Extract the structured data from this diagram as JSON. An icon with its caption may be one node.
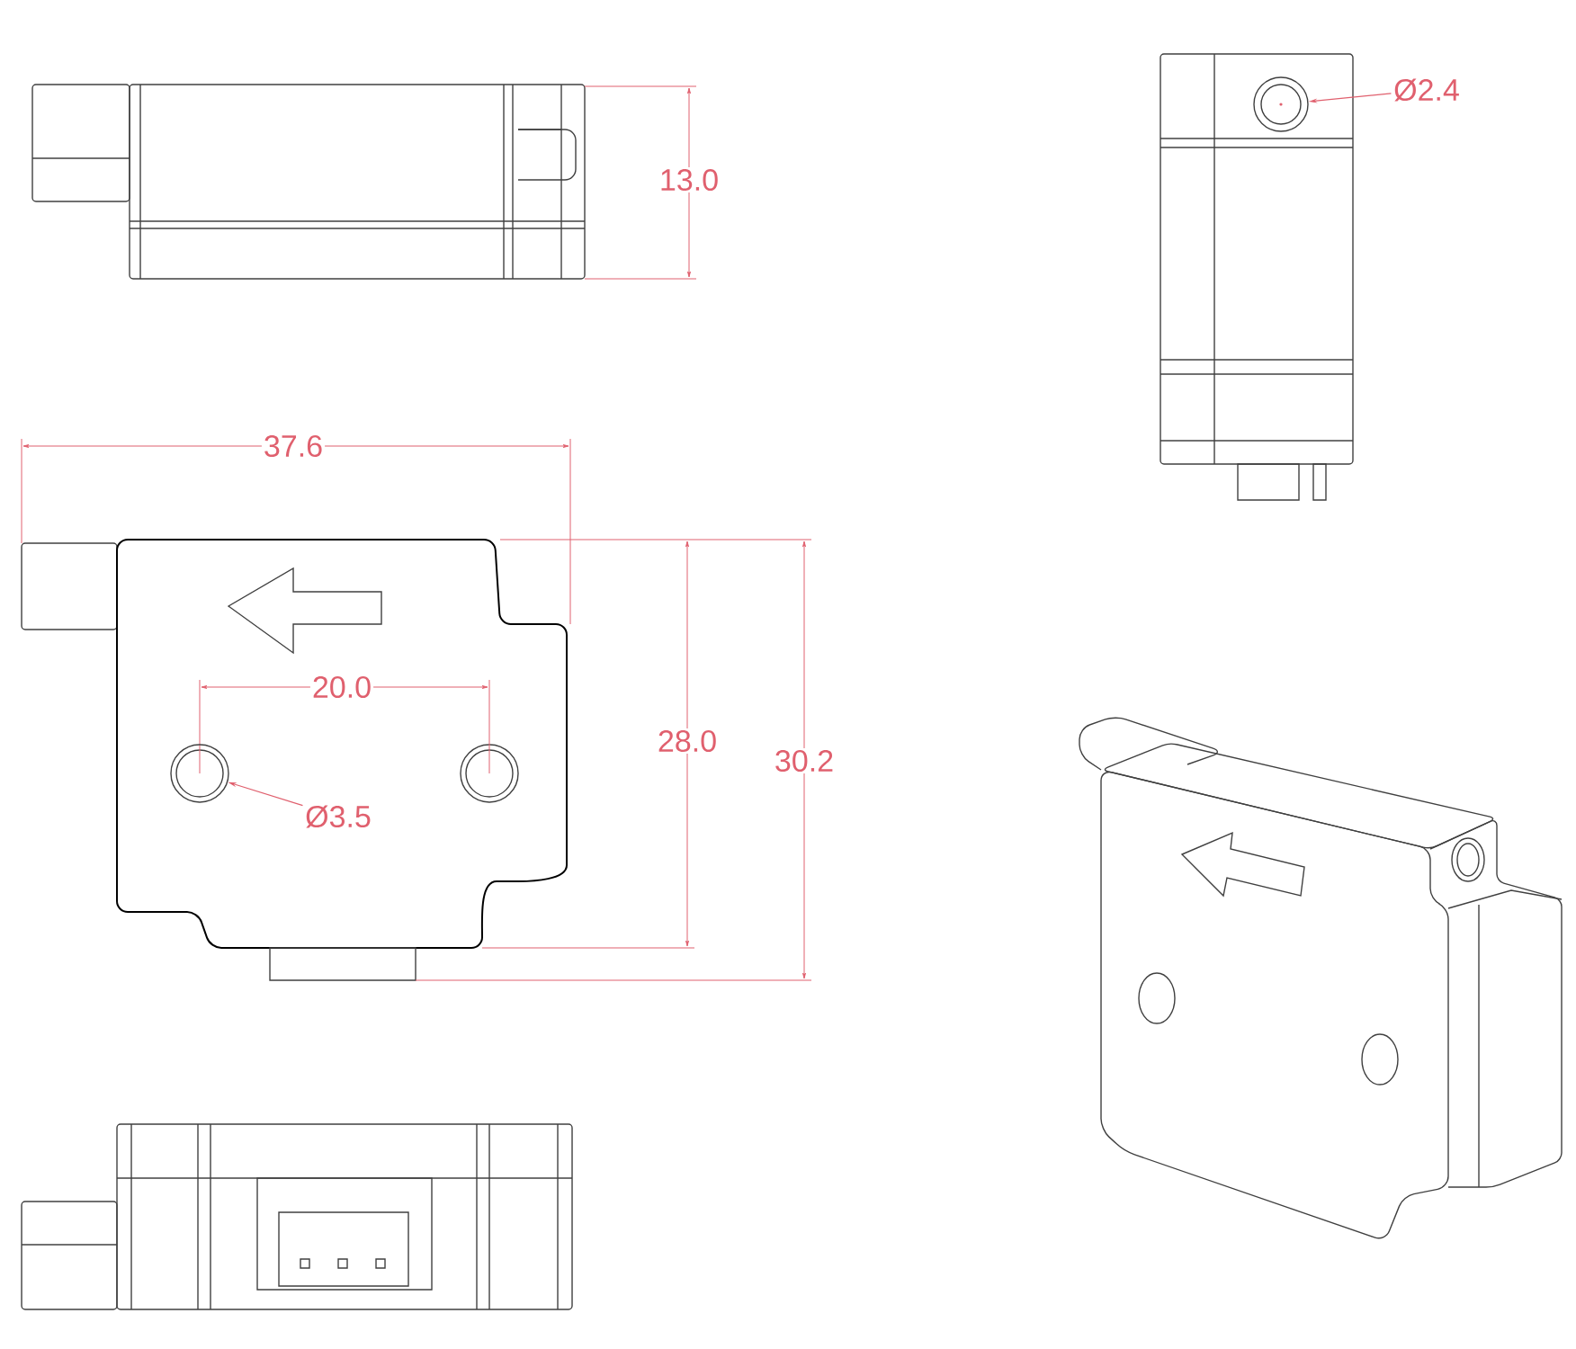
{
  "diagram": {
    "nodes": [
      {
        "text": [
          "Ø2.4"
        ]
      },
      {
        "text": [],
        "shape": "circle"
      },
      {
        "text": [
          "Ø3.5"
        ]
      },
      {
        "text": [],
        "shape": "circle"
      }
    ],
    "edges": [
      {
        "from": 0,
        "to": 1,
        "arrow": "to"
      },
      {
        "from": 2,
        "to": 3,
        "arrow": "to"
      }
    ],
    "labels": [
      "13.0",
      "37.6",
      "20.0",
      "28.0",
      "30.2"
    ]
  }
}
